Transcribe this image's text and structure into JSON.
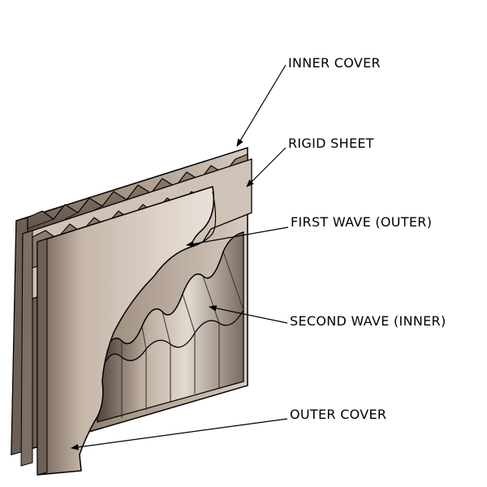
{
  "labels": {
    "inner_cover": "INNER COVER",
    "rigid_sheet": "RIGID SHEET",
    "first_wave": "FIRST WAVE (OUTER)",
    "second_wave": "SECOND WAVE (INNER)",
    "outer_cover": "OUTER COVER"
  },
  "colors": {
    "sheet_light": "#ddd2c8",
    "sheet_mid": "#bfae9f",
    "sheet_dark": "#6e5f55",
    "outline": "#000000",
    "background": "#ffffff"
  }
}
